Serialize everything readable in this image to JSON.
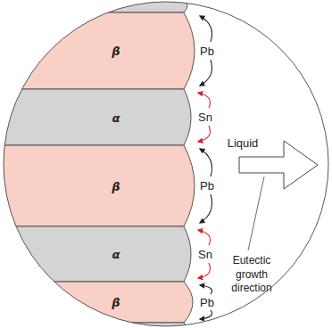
{
  "diagram": {
    "nodes": [
      {
        "text": [
          "β"
        ]
      },
      {
        "text": [
          "α"
        ]
      },
      {
        "text": [
          "β"
        ]
      },
      {
        "text": [
          "α"
        ]
      },
      {
        "text": [
          "β"
        ]
      }
    ],
    "labels": [
      "Pb",
      "Sn",
      "Liquid",
      "Pb",
      "Sn",
      "Eutectic growth direction",
      "Pb"
    ]
  }
}
